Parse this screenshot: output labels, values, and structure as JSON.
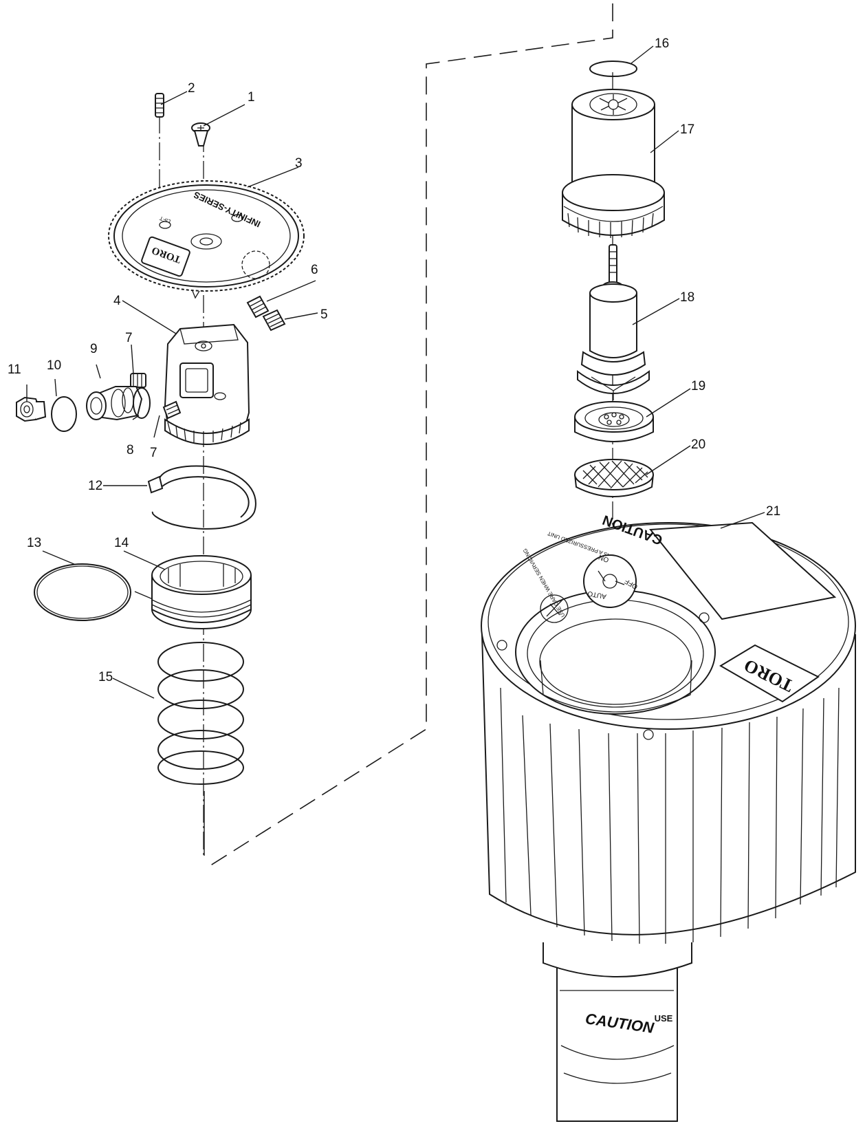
{
  "callouts": [
    "1",
    "2",
    "3",
    "4",
    "5",
    "6",
    "7",
    "7",
    "8",
    "9",
    "10",
    "11",
    "12",
    "13",
    "14",
    "15",
    "16",
    "17",
    "18",
    "19",
    "20",
    "21"
  ],
  "part_text": {
    "cap_brand": "TORO",
    "cap_series": "INFINITY-SERIES",
    "cap_lift": "LIFT",
    "body_brand": "TORO",
    "body_caution_top": "CAUTION",
    "body_warning_line1": "THIS IS A PRESSURIZED UNIT",
    "body_warning_line2": "USE CARE WHEN SERVICING",
    "selector_on": "ON",
    "selector_off": "OFF",
    "selector_auto": "AUTO",
    "body_caution_bottom": "CAUTION",
    "body_use_text": "USE"
  }
}
